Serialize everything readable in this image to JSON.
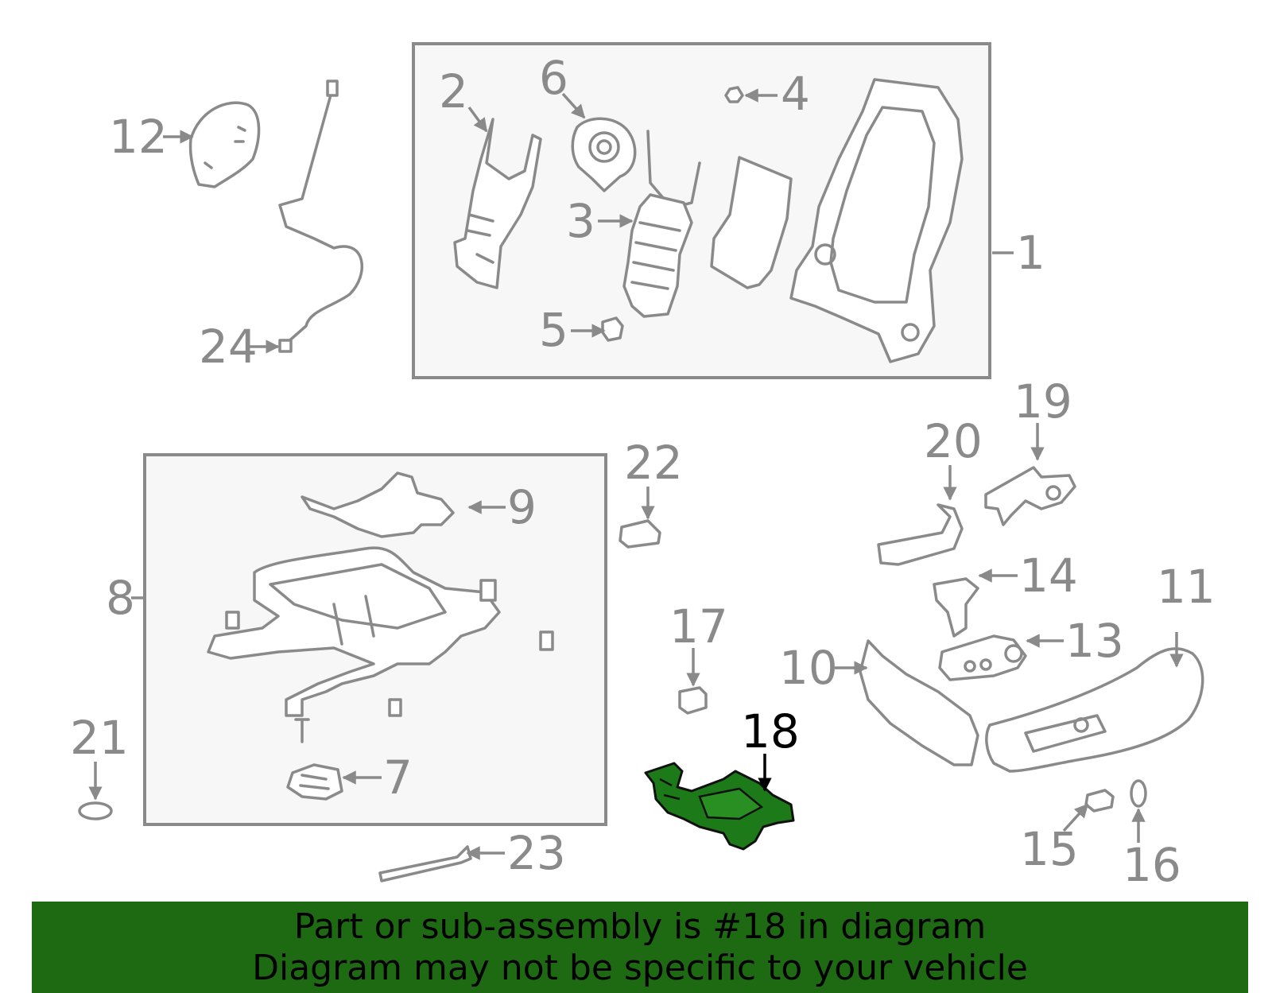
{
  "diagram": {
    "highlight_color": "#1d7a18",
    "line_color": "#8a8a8a",
    "callouts": [
      {
        "id": "1",
        "label": "1"
      },
      {
        "id": "2",
        "label": "2"
      },
      {
        "id": "3",
        "label": "3"
      },
      {
        "id": "4",
        "label": "4"
      },
      {
        "id": "5",
        "label": "5"
      },
      {
        "id": "6",
        "label": "6"
      },
      {
        "id": "7",
        "label": "7"
      },
      {
        "id": "8",
        "label": "8"
      },
      {
        "id": "9",
        "label": "9"
      },
      {
        "id": "10",
        "label": "10"
      },
      {
        "id": "11",
        "label": "11"
      },
      {
        "id": "12",
        "label": "12"
      },
      {
        "id": "13",
        "label": "13"
      },
      {
        "id": "14",
        "label": "14"
      },
      {
        "id": "15",
        "label": "15"
      },
      {
        "id": "16",
        "label": "16"
      },
      {
        "id": "17",
        "label": "17"
      },
      {
        "id": "18",
        "label": "18",
        "highlighted": true
      },
      {
        "id": "19",
        "label": "19"
      },
      {
        "id": "20",
        "label": "20"
      },
      {
        "id": "21",
        "label": "21"
      },
      {
        "id": "22",
        "label": "22"
      },
      {
        "id": "23",
        "label": "23"
      },
      {
        "id": "24",
        "label": "24"
      }
    ]
  },
  "banner": {
    "line1": "Part or sub-assembly is #18 in diagram",
    "line2": "Diagram may not be specific to your vehicle",
    "background": "#1d6a12"
  }
}
